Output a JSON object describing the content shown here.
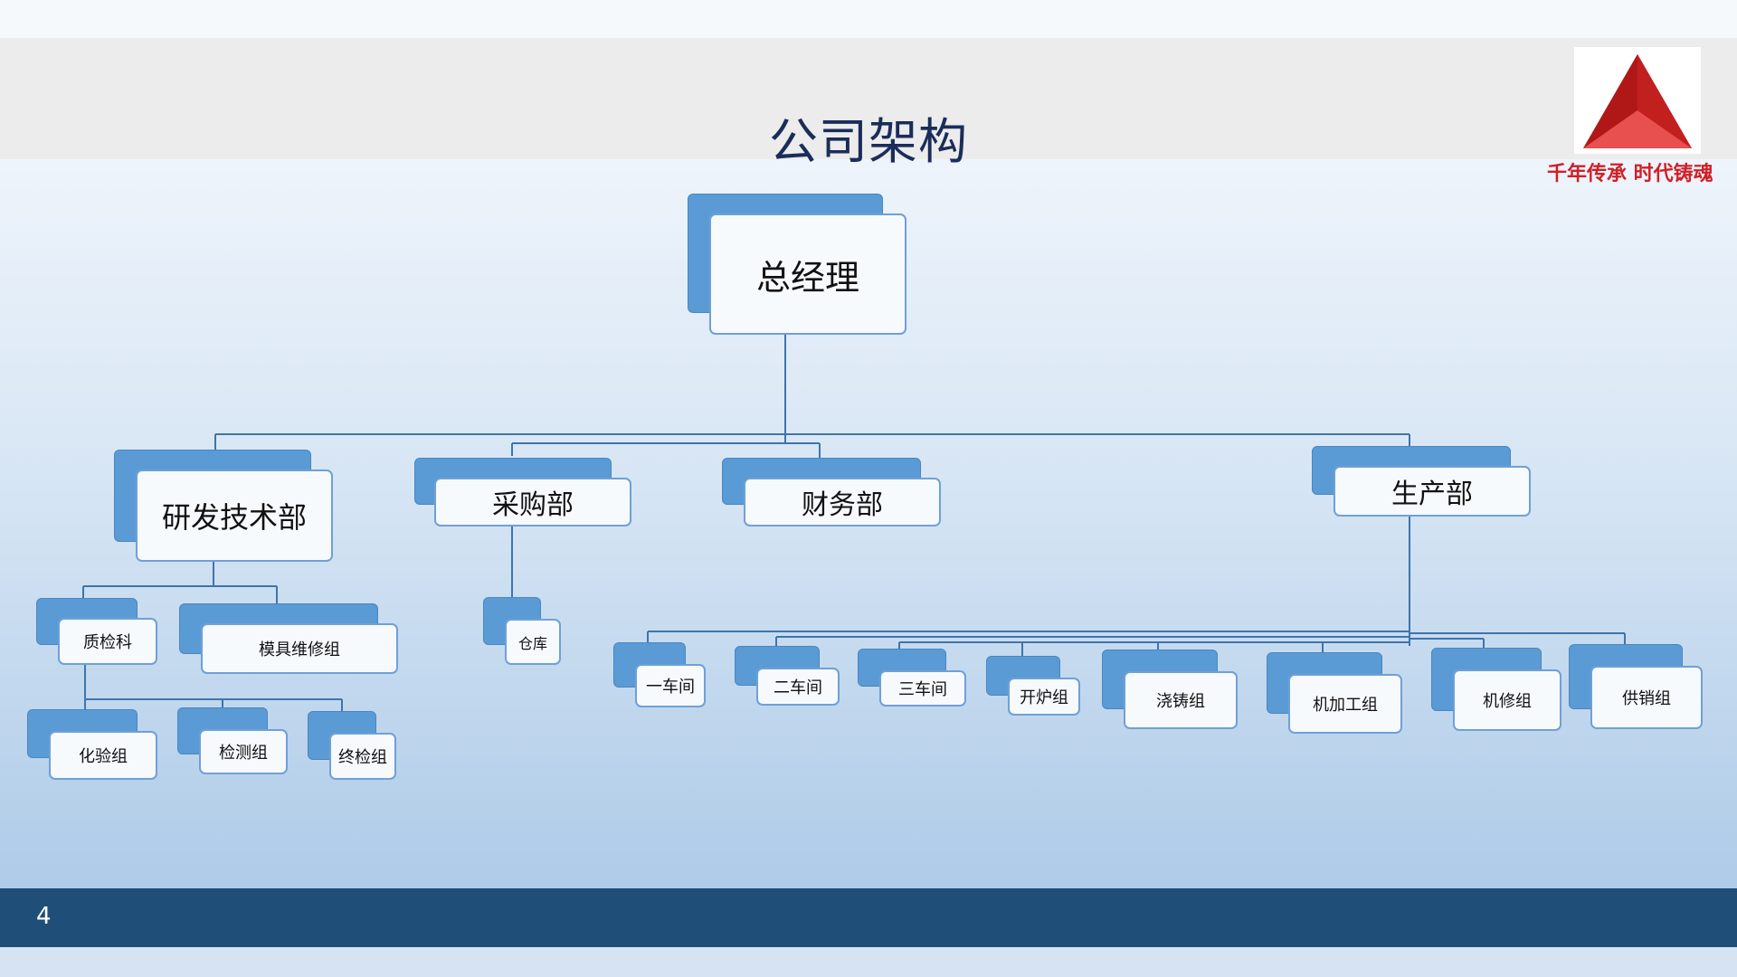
{
  "slide": {
    "title": "公司架构",
    "page_number": "4",
    "slogan": "千年传承 时代铸魂",
    "logo_name": "red-triangle-logo",
    "colors": {
      "accent": "#5b9bd5",
      "footer": "#1f4e79",
      "slogan": "#d21f26",
      "title": "#1a2d5a"
    }
  },
  "org": {
    "ceo": "总经理",
    "departments": [
      {
        "label": "研发技术部",
        "groups": [
          {
            "label": "质检科",
            "subgroups": [
              "化验组",
              "检测组",
              "终检组"
            ]
          },
          {
            "label": "模具维修组",
            "subgroups": []
          }
        ]
      },
      {
        "label": "采购部",
        "groups": [
          {
            "label": "仓库",
            "subgroups": []
          }
        ]
      },
      {
        "label": "财务部",
        "groups": []
      },
      {
        "label": "生产部",
        "groups": [
          {
            "label": "一车间",
            "subgroups": []
          },
          {
            "label": "二车间",
            "subgroups": []
          },
          {
            "label": "三车间",
            "subgroups": []
          },
          {
            "label": "开炉组",
            "subgroups": []
          },
          {
            "label": "浇铸组",
            "subgroups": []
          },
          {
            "label": "机加工组",
            "subgroups": []
          },
          {
            "label": "机修组",
            "subgroups": []
          },
          {
            "label": "供销组",
            "subgroups": []
          }
        ]
      }
    ]
  }
}
